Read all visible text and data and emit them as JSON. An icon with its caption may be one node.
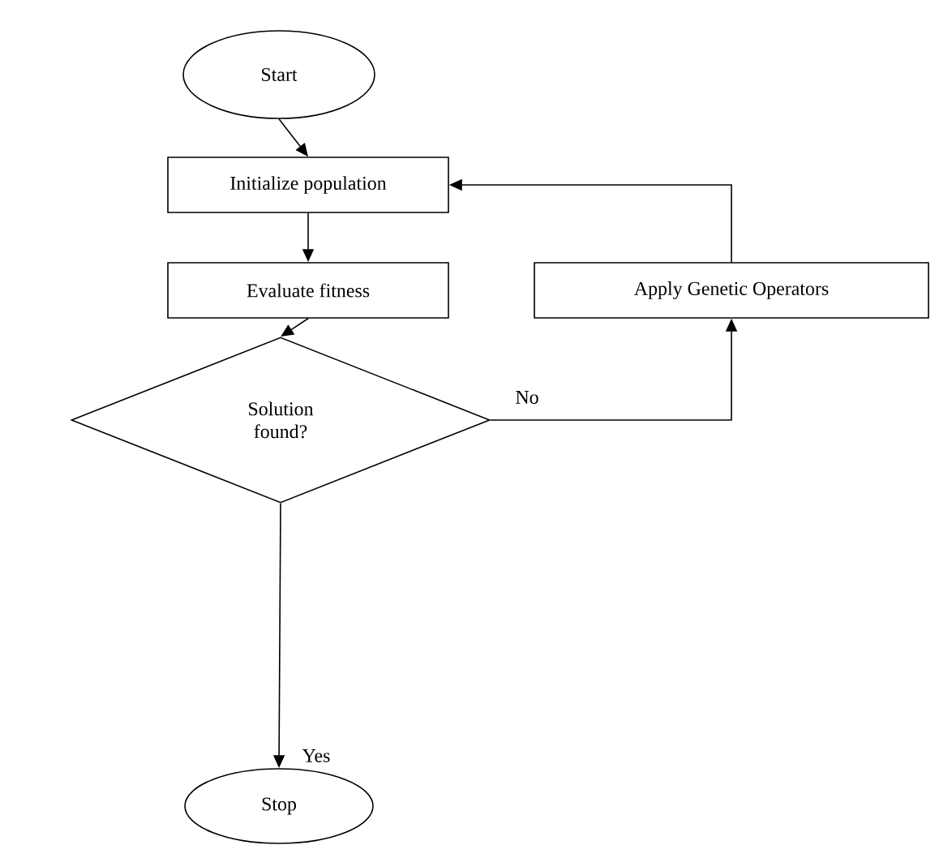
{
  "diagram": {
    "nodes": [
      {
        "text": [
          "Start"
        ]
      },
      {
        "text": [
          "Initialize population"
        ]
      },
      {
        "text": [
          "Evaluate fitness"
        ]
      },
      {
        "text": [
          "Solution found?"
        ]
      },
      {
        "text": [
          "Stop"
        ]
      },
      {
        "text": [
          "Apply Genetic Operators"
        ]
      }
    ],
    "edges": [
      {
        "from": 0,
        "to": 1,
        "arrow": "to"
      },
      {
        "from": 1,
        "to": 2,
        "arrow": "to"
      },
      {
        "from": 2,
        "to": 3,
        "arrow": "to"
      },
      {
        "from": 3,
        "to": 4,
        "arrow": "to",
        "label": "Yes"
      },
      {
        "from": 3,
        "to": 5,
        "arrow": "to",
        "label": "No"
      },
      {
        "from": 5,
        "to": 1,
        "arrow": "to"
      }
    ]
  }
}
